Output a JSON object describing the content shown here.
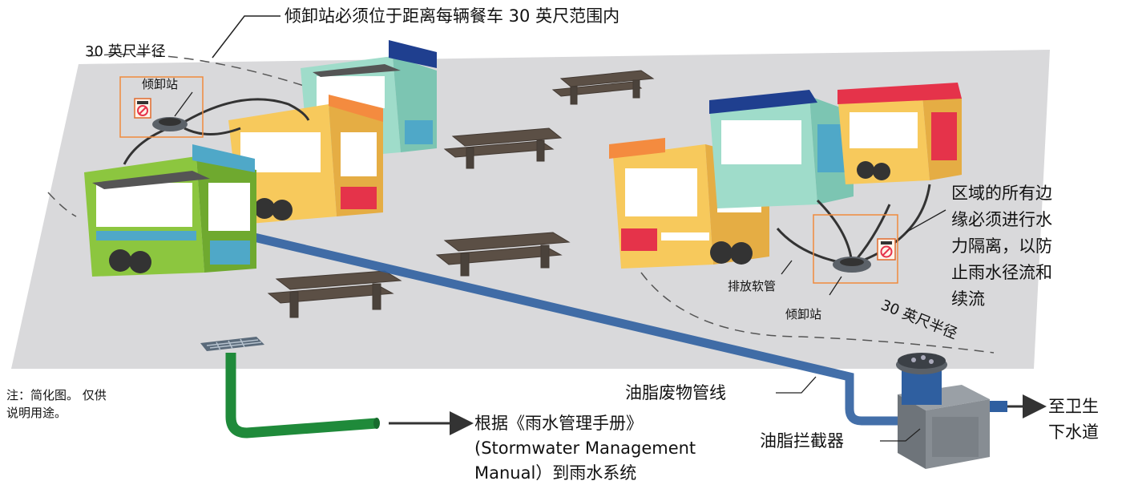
{
  "colors": {
    "ground": "#d9d9db",
    "grease_line": "#2f5fa0",
    "storm_line": "#1f8a3a",
    "callout_box": "#f08a3c",
    "table": "#5b4f45",
    "truck_green": "#8cc63f",
    "truck_yellow": "#f7c95c",
    "truck_teal": "#9fdcca",
    "accent_red": "#e5334a",
    "accent_blue": "#1f3f8f",
    "accent_orange": "#f48b3f"
  },
  "labels": {
    "top_callout": "倾卸站必须位于距离每辆餐车 30 英尺范围内",
    "radius_left": "30 英尺半径",
    "radius_right": "30 英尺半径",
    "dump_station_left": "倾卸站",
    "dump_station_right": "倾卸站",
    "drain_hose": "排放软管",
    "edge_note": [
      "区域的所有边",
      "缘必须进行水",
      "力隔离，以防",
      "止雨水径流和",
      "续流"
    ],
    "note": [
      "注：简化图。 仅供",
      "说明用途。"
    ],
    "grease_waste_line": "油脂废物管线",
    "grease_interceptor": "油脂拦截器",
    "to_sewer": [
      "至卫生",
      "下水道"
    ],
    "storm_system": [
      "根据《雨水管理手册》",
      "(Stormwater Management",
      "Manual）到雨水系统"
    ]
  },
  "icons": [
    "no-dumping-sign-icon",
    "no-dumping-sign-icon",
    "storm-drain-grate-icon",
    "arrow-right-icon",
    "arrow-right-icon"
  ]
}
